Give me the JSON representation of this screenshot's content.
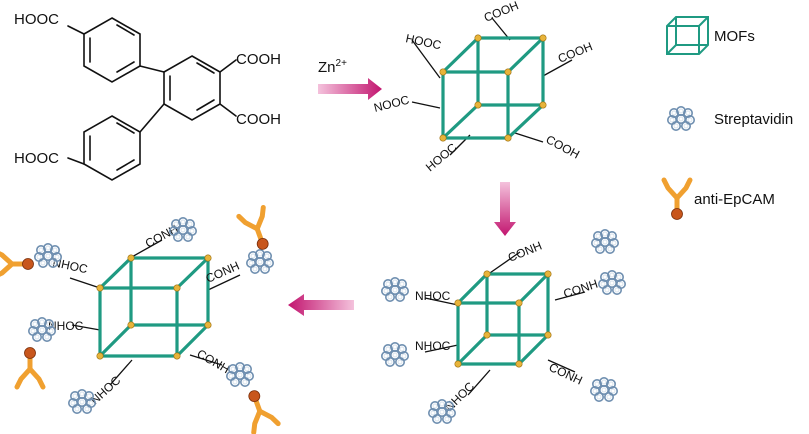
{
  "linker": {
    "group_top_left": "HOOC",
    "group_bottom_left": "HOOC",
    "group_right_top": "COOH",
    "group_right_bottom": "COOH"
  },
  "step1": {
    "reagent_base": "Zn",
    "reagent_charge": "2+"
  },
  "mof_cooh": {
    "labels": [
      "HOOC",
      "COOH",
      "COOH",
      "NOOC",
      "COOH",
      "HOOC"
    ]
  },
  "mof_strep": {
    "labels": [
      "CONH",
      "NHOC",
      "CONH",
      "NHOC",
      "CONH",
      "NHOC"
    ]
  },
  "mof_antibody": {
    "labels": [
      "CONH",
      "NHOC",
      "CONH",
      "NHOC",
      "CONH",
      "NHOC"
    ]
  },
  "legend": {
    "items": [
      {
        "icon": "cube-icon",
        "label": "MOFs"
      },
      {
        "icon": "streptavidin-icon",
        "label": "Streptavidin"
      },
      {
        "icon": "antibody-icon",
        "label": "anti-EpCAM"
      }
    ]
  },
  "colors": {
    "framework": "#1f9a82",
    "node": "#e8b43a",
    "arrow": "#c2156f",
    "streptavidin": "#6f8fb0",
    "antibody": "#f0a030",
    "antibody_bead": "#c8561c"
  }
}
